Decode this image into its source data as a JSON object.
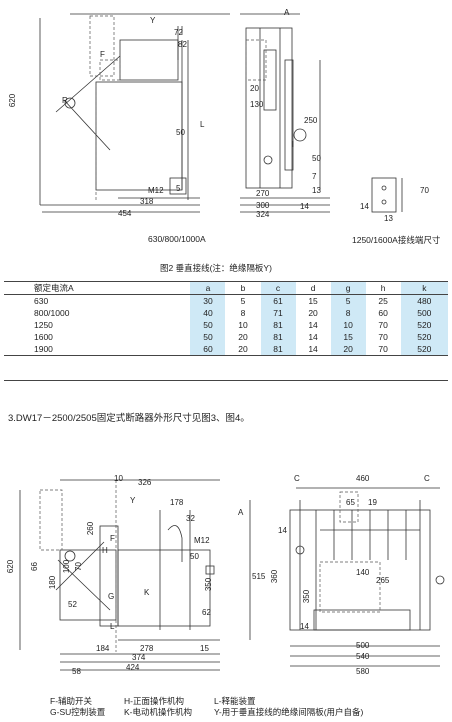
{
  "colors": {
    "line": "#333333",
    "dash": "#555555",
    "highlight": "#cfe9f6"
  },
  "top_drawing": {
    "left_dims": [
      "620",
      "454",
      "318",
      "72",
      "82",
      "50",
      "M12",
      "5",
      "Y",
      "L",
      "F",
      "R"
    ],
    "mid_dims": [
      "A",
      "20",
      "130",
      "250",
      "270",
      "300",
      "324",
      "14",
      "50",
      "7",
      "13",
      "l"
    ],
    "right_dims": [
      "70",
      "14",
      "13"
    ],
    "caption_left": "630/800/1000A",
    "caption_right": "1250/1600A接线端尺寸"
  },
  "figure_caption": "图2 垂直接线(注：绝缘隔板Y)",
  "table": {
    "headers": [
      "额定电流A",
      "a",
      "b",
      "c",
      "d",
      "g",
      "h",
      "k"
    ],
    "rows": [
      [
        "630",
        "30",
        "5",
        "61",
        "15",
        "5",
        "25",
        "480"
      ],
      [
        "800/1000",
        "40",
        "8",
        "71",
        "20",
        "8",
        "60",
        "500"
      ],
      [
        "1250",
        "50",
        "10",
        "81",
        "14",
        "10",
        "70",
        "520"
      ],
      [
        "1600",
        "50",
        "20",
        "81",
        "14",
        "15",
        "70",
        "520"
      ],
      [
        "1900",
        "60",
        "20",
        "81",
        "14",
        "20",
        "70",
        "520"
      ]
    ]
  },
  "section_heading": "3.DW17－2500/2505固定式断路器外形尺寸见图3、图4。",
  "bottom_drawing": {
    "left_dims": [
      "10",
      "326",
      "178",
      "32",
      "260",
      "620",
      "66",
      "M12",
      "50",
      "350",
      "180",
      "100",
      "70",
      "52",
      "H",
      "62",
      "F",
      "K",
      "L",
      "G",
      "Y",
      "58",
      "184",
      "374",
      "278",
      "424",
      "15"
    ],
    "right_dims": [
      "C",
      "C",
      "460",
      "65",
      "19",
      "14",
      "A",
      "515",
      "360",
      "140",
      "265",
      "350",
      "14",
      "500",
      "540",
      "580"
    ]
  },
  "legend": {
    "col1": [
      "F-辅助开关",
      "G-SU控制装置"
    ],
    "col2": [
      "H-正面操作机构",
      "K-电动机操作机构"
    ],
    "col3": [
      "L-释能装置",
      "Y-用于垂直接线的绝缘间隔板(用户自备)"
    ]
  }
}
